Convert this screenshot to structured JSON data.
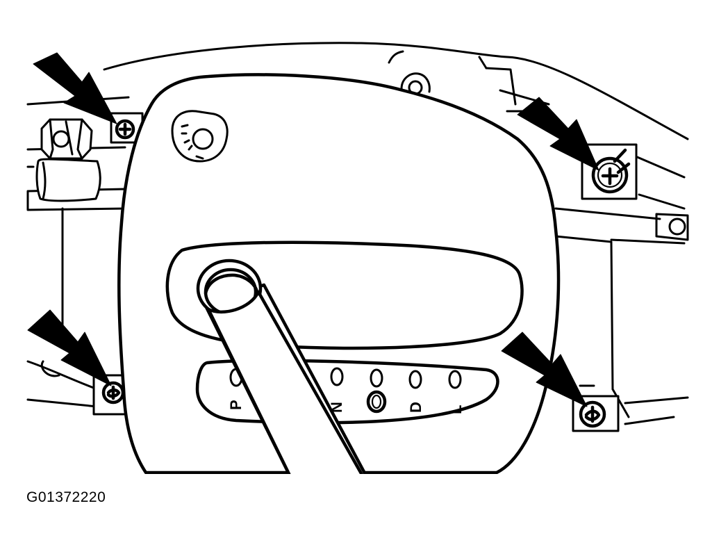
{
  "figure": {
    "id_label": "G01372220",
    "shift_positions": [
      "P",
      "N",
      "D",
      "L"
    ],
    "callouts": [
      "arrow-top-left",
      "arrow-top-right",
      "arrow-bottom-left",
      "arrow-bottom-right"
    ],
    "fasteners": [
      "screw-top-left",
      "screw-top-right",
      "screw-bottom-left",
      "screw-bottom-right"
    ]
  }
}
